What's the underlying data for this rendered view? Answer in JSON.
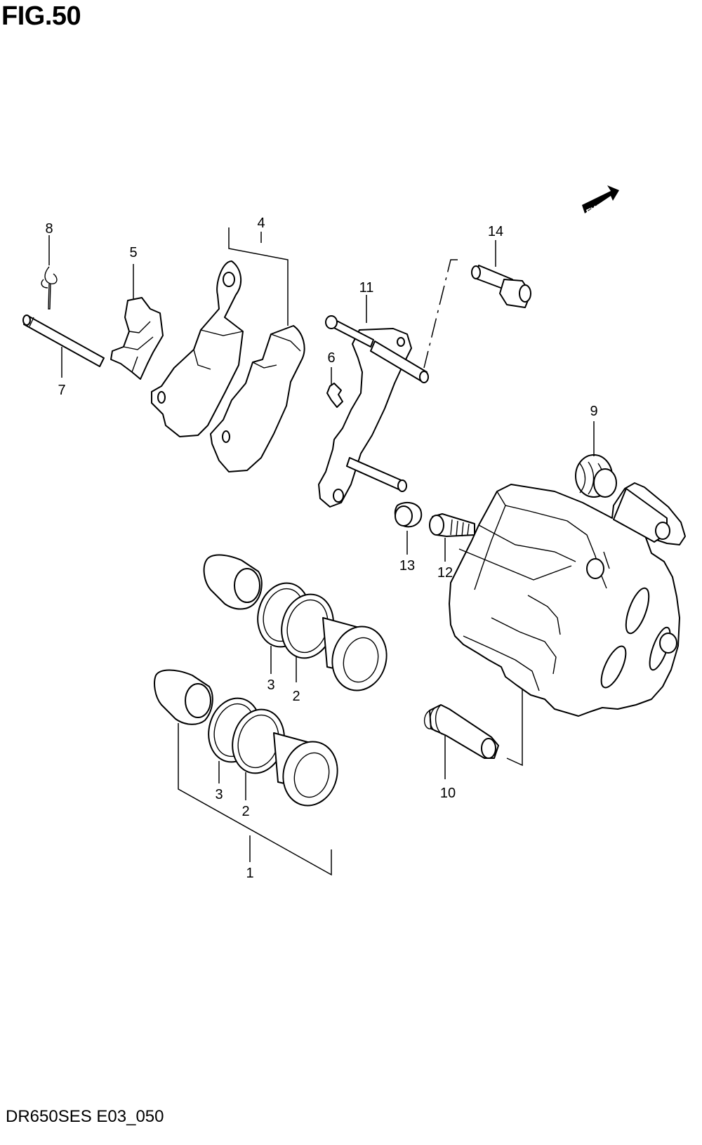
{
  "figure": {
    "title": "FIG.50",
    "code": "DR650SES E03_050",
    "fwd_label": "FWD"
  },
  "callouts": [
    {
      "id": "c1",
      "label": "1"
    },
    {
      "id": "c2a",
      "label": "2"
    },
    {
      "id": "c2b",
      "label": "2"
    },
    {
      "id": "c3a",
      "label": "3"
    },
    {
      "id": "c3b",
      "label": "3"
    },
    {
      "id": "c4",
      "label": "4"
    },
    {
      "id": "c5",
      "label": "5"
    },
    {
      "id": "c6",
      "label": "6"
    },
    {
      "id": "c7",
      "label": "7"
    },
    {
      "id": "c8",
      "label": "8"
    },
    {
      "id": "c9",
      "label": "9"
    },
    {
      "id": "c10",
      "label": "10"
    },
    {
      "id": "c11",
      "label": "11"
    },
    {
      "id": "c12",
      "label": "12"
    },
    {
      "id": "c13",
      "label": "13"
    },
    {
      "id": "c14",
      "label": "14"
    }
  ]
}
